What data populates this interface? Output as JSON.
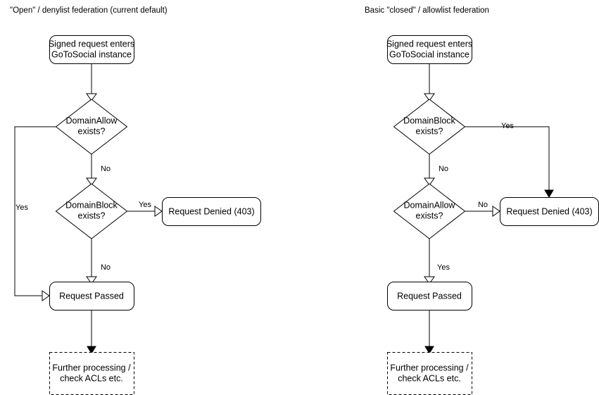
{
  "page": {
    "background_color": "#ffffff",
    "stroke_color": "#000000",
    "text_color": "#000000"
  },
  "diagrams": [
    {
      "id": "open-denylist",
      "title": "\"Open\" / denylist federation (current default)",
      "nodes": {
        "entry": {
          "line1": "Signed request enters",
          "line2": "GoToSocial instance"
        },
        "decision1": {
          "line1": "DomainAllow",
          "line2": "exists?"
        },
        "decision2": {
          "line1": "DomainBlock",
          "line2": "exists?"
        },
        "denied": {
          "line1": "Request Denied (403)"
        },
        "passed": {
          "line1": "Request Passed"
        },
        "further": {
          "line1": "Further processing /",
          "line2": "check ACLs etc."
        }
      },
      "edge_labels": {
        "allow_yes": "Yes",
        "allow_no": "No",
        "block_yes": "Yes",
        "block_no": "No"
      }
    },
    {
      "id": "closed-allowlist",
      "title": "Basic \"closed\" / allowlist federation",
      "nodes": {
        "entry": {
          "line1": "Signed request enters",
          "line2": "GoToSocial instance"
        },
        "decision1": {
          "line1": "DomainBlock",
          "line2": "exists?"
        },
        "decision2": {
          "line1": "DomainAllow",
          "line2": "exists?"
        },
        "denied": {
          "line1": "Request Denied (403)"
        },
        "passed": {
          "line1": "Request Passed"
        },
        "further": {
          "line1": "Further processing /",
          "line2": "check ACLs etc."
        }
      },
      "edge_labels": {
        "block_yes": "Yes",
        "block_no": "No",
        "allow_no": "No",
        "allow_yes": "Yes"
      }
    }
  ]
}
